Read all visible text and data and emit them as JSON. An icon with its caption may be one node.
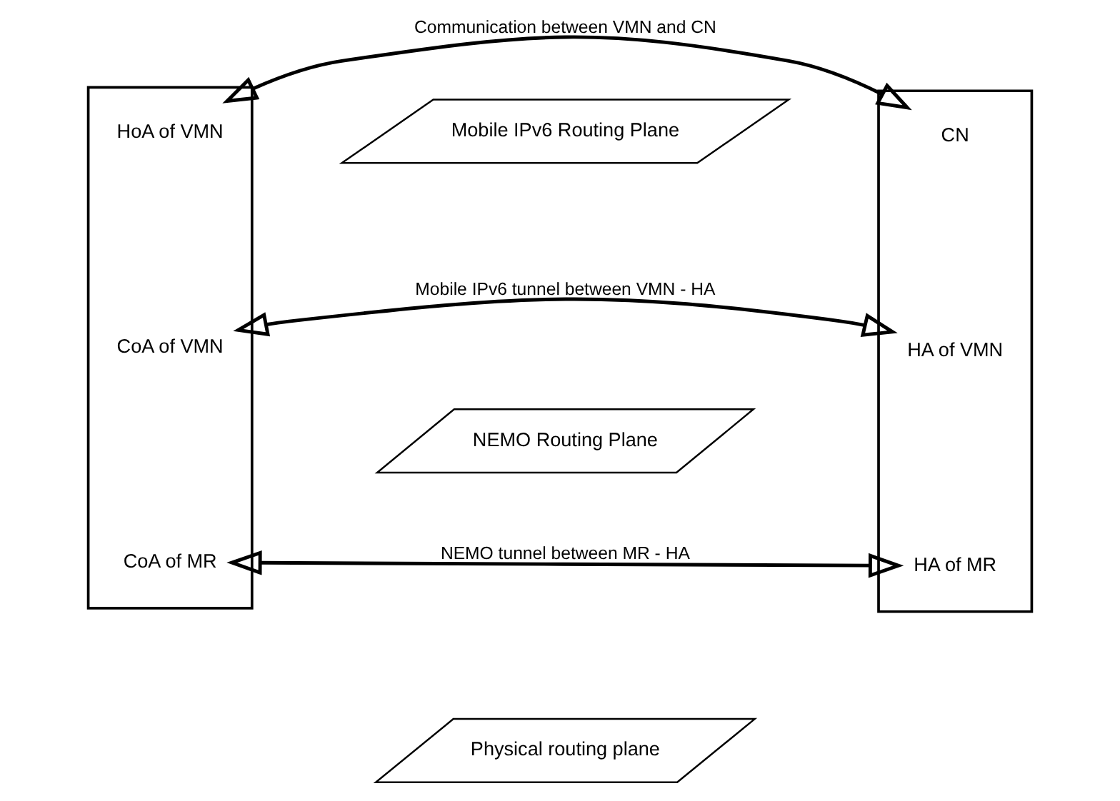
{
  "diagram": {
    "nodes": [
      {
        "text": [],
        "shape": "box"
      },
      {
        "text": [
          "HoA of VMN"
        ],
        "in": 0
      },
      {
        "text": [
          "CoA of VMN"
        ],
        "in": 0
      },
      {
        "text": [
          "CoA of MR"
        ],
        "in": 0
      },
      {
        "text": [],
        "shape": "box"
      },
      {
        "text": [
          "CN"
        ],
        "in": 4
      },
      {
        "text": [
          "HA of VMN"
        ],
        "in": 4
      },
      {
        "text": [
          "HA of MR"
        ],
        "in": 4
      },
      {
        "text": [
          "Mobile IPv6 Routing Plane"
        ]
      },
      {
        "text": [
          "NEMO Routing Plane"
        ]
      },
      {
        "text": [
          "Physical routing plane"
        ]
      }
    ],
    "edges": [
      {
        "from": 1,
        "to": 5,
        "arrow": "both",
        "label": "Communication between VMN and CN"
      },
      {
        "from": 2,
        "to": 6,
        "arrow": "both",
        "label": "Mobile IPv6 tunnel between VMN - HA"
      },
      {
        "from": 3,
        "to": 7,
        "arrow": "both",
        "label": "NEMO tunnel between MR - HA"
      }
    ]
  }
}
